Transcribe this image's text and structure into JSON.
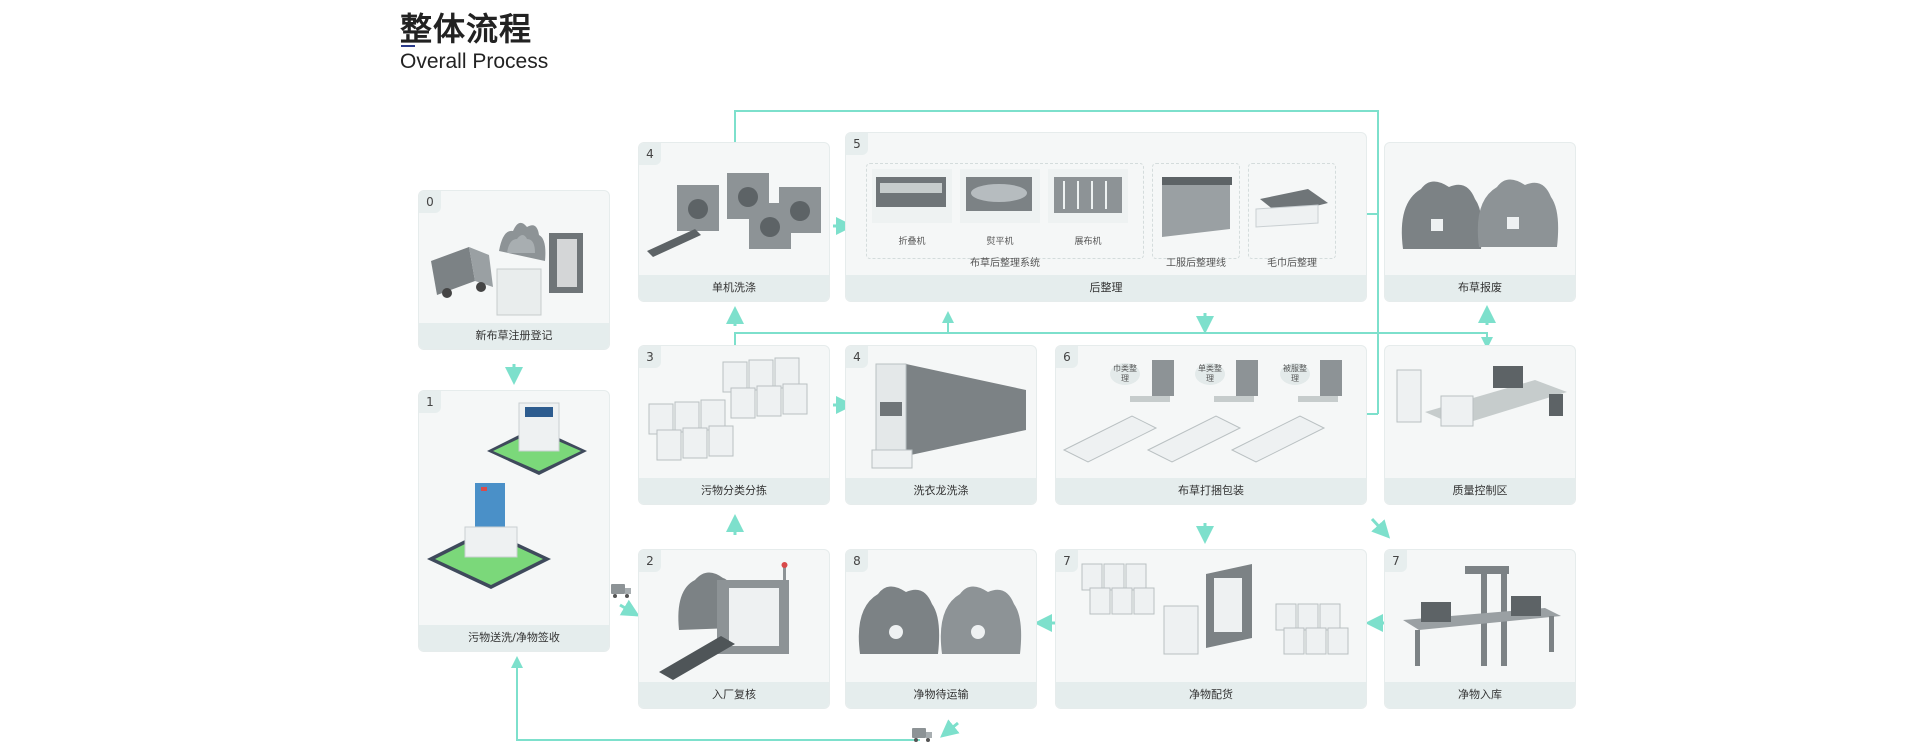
{
  "header": {
    "title_cn": "整体流程",
    "title_en": "Overall Process"
  },
  "colors": {
    "arrow": "#7de0cc",
    "panel": "#f5f7f7",
    "label_bar": "#e5eded",
    "machine": "#8d9396"
  },
  "steps": {
    "new_linen": {
      "num": "0",
      "label": "新布草注册登记"
    },
    "delivery": {
      "num": "1",
      "label": "污物送洗/净物签收"
    },
    "inbound_check": {
      "num": "2",
      "label": "入厂复核"
    },
    "sorting": {
      "num": "3",
      "label": "污物分类分拣"
    },
    "single_wash": {
      "num": "4",
      "label": "单机洗涤"
    },
    "tunnel_wash": {
      "num": "4",
      "label": "洗衣龙洗涤"
    },
    "finishing": {
      "num": "5",
      "label": "后整理",
      "folder": "折叠机",
      "ironer": "熨平机",
      "feeder": "展布机",
      "linen_system": "布草后整理系统",
      "uniform_line": "工服后整理线",
      "towel": "毛巾后整理"
    },
    "packing": {
      "num": "6",
      "label": "布草打捆包装",
      "b1": "巾类整理",
      "b2": "单类整理",
      "b3": "被服整理"
    },
    "scrap": {
      "label": "布草报废"
    },
    "qc": {
      "label": "质量控制区"
    },
    "distribution": {
      "num": "7",
      "label": "净物配货"
    },
    "warehouse": {
      "num": "7",
      "label": "净物入库"
    },
    "waiting": {
      "num": "8",
      "label": "净物待运输"
    }
  }
}
